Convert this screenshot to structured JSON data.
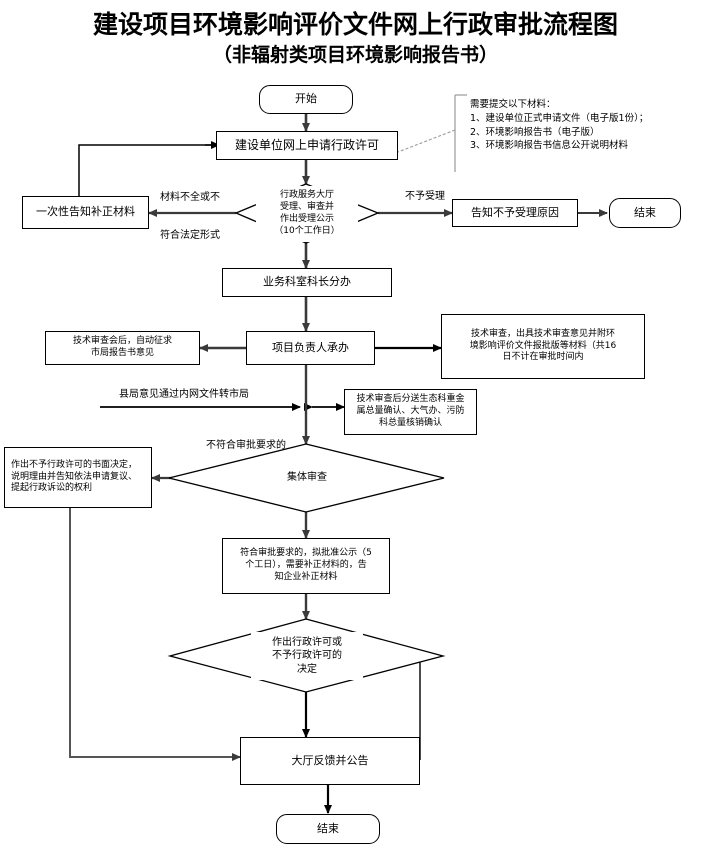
{
  "title": {
    "main": "建设项目环境影响评价文件网上行政审批流程图",
    "sub": "（非辐射类项目环境影响报告书）"
  },
  "note": {
    "name": "submission-materials-note",
    "lines": [
      "需要提交以下材料：",
      "1、建设单位正式申请文件（电子版1份）；",
      "2、环境影响报告书（电子版）",
      "3、环境影响报告书信息公开说明材料"
    ]
  },
  "nodes": {
    "start": "开始",
    "apply": "建设单位网上申请行政许可",
    "accept_decision": "行政服务大厅\n受理、审查并\n作出受理公示\n（10个工作日）",
    "notify_supplement": "一次性告知补正材料",
    "reject_reason": "告知不予受理原因",
    "end_top": "结束",
    "section_chief": "业务科室科长分办",
    "project_owner": "项目负责人承办",
    "tech_review_city": "技术审查会后，自动征求\n市局报告书意见",
    "tech_review_detail": "技术审查，出具技术审查意见并附环\n境影响评价文件报批版等材料（共16\n日不计在审批时间内",
    "distribute_confirm": "技术审查后分送生态科重金\n属总量确认、大气办、污防\n科总量核销确认",
    "collective_review": "集体审查",
    "written_refusal": "作出不予行政许可的书面决定，\n说明理由并告知依法申请复议、\n提起行政诉讼的权利",
    "approval_publicity": "符合审批要求的，拟批准公示（5\n个工日），需要补正材料的，告\n知企业补正材料",
    "final_decision": "作出行政许可或\n不予行政许可的\n决定",
    "hall_feedback": "大厅反馈并公告",
    "end_bottom": "结束"
  },
  "edge_labels": {
    "materials_incomplete_1": "材料不全或不",
    "materials_incomplete_2": "符合法定形式",
    "not_accepted": "不予受理",
    "county_opinion": "县局意见通过内网文件转市局",
    "not_meeting_requirements": "不符合审批要求的"
  },
  "colors": {
    "stroke": "#000000",
    "background": "#ffffff",
    "arrow_gray": "#555555",
    "leader_line": "#8a8a8a"
  }
}
